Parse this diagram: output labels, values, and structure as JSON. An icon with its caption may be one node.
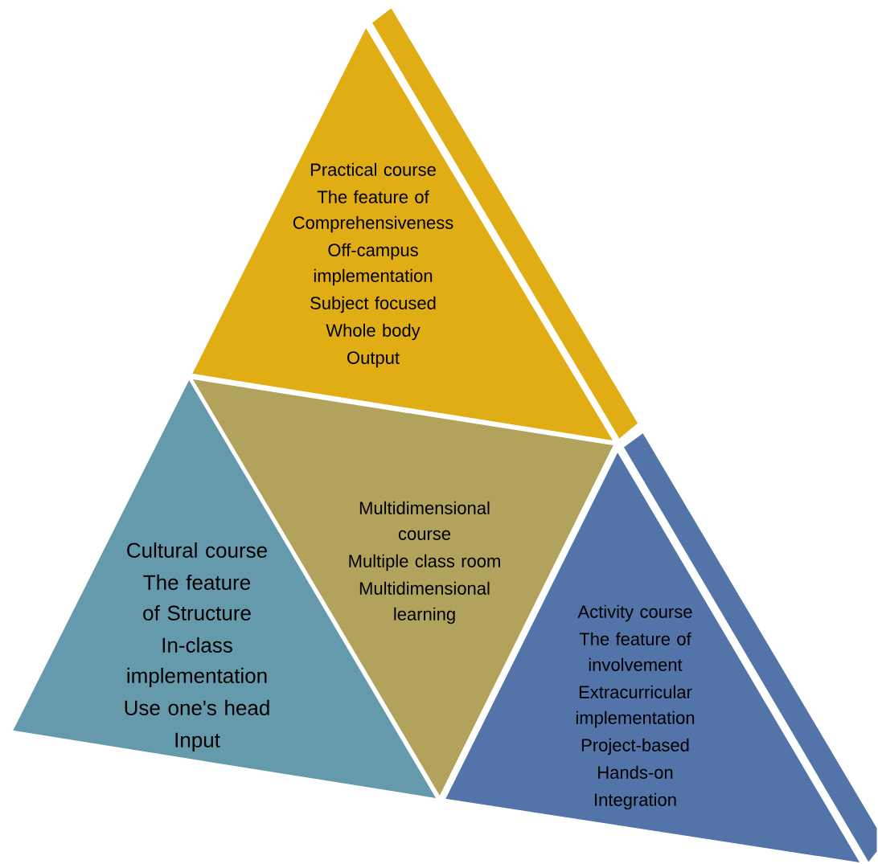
{
  "diagram": {
    "nodes": [
      {
        "text": [
          "Practical course",
          "The feature of Comprehensiveness",
          "Off-campus implementation",
          "Subject focused",
          "Whole body",
          "Output"
        ]
      },
      {
        "text": [
          "Cultural course",
          "The feature of Structure",
          "In-class implementation",
          "Use one's head",
          "Input"
        ]
      },
      {
        "text": [
          "Multidimensional course",
          "Multiple class room",
          "Multidimensional learning"
        ]
      },
      {
        "text": [
          "Activity course",
          "The feature of involvement",
          "Extracurricular implementation",
          "Project-based",
          "Hands-on",
          "Integration"
        ]
      }
    ]
  }
}
